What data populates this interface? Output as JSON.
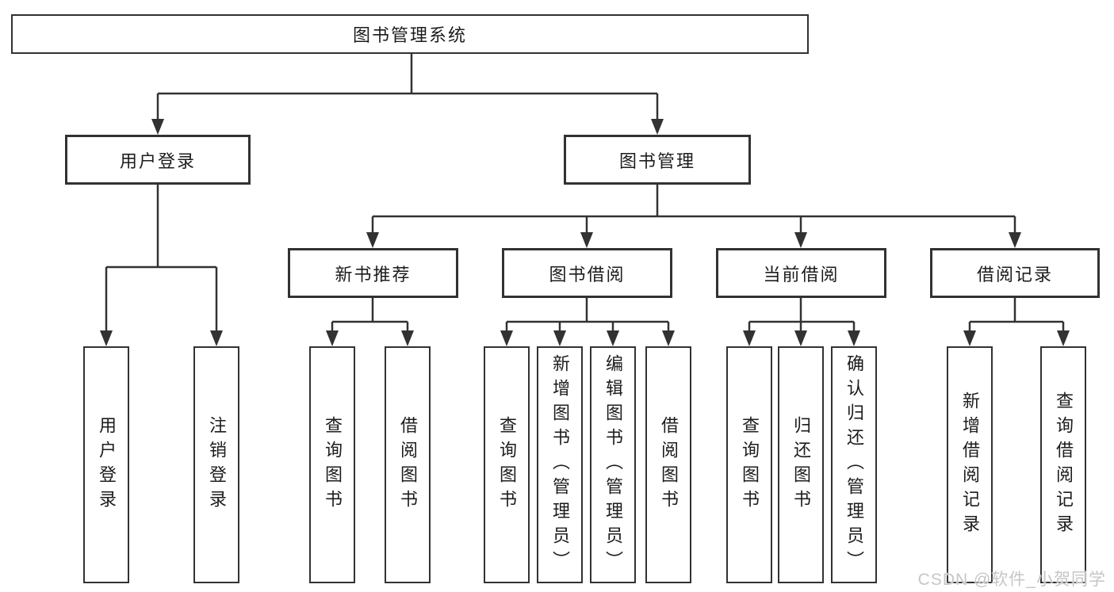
{
  "colors": {
    "line": "#323232",
    "box_border": "#323232",
    "text": "#1c1c1c",
    "background": "#ffffff",
    "watermark": "#c6c6c6"
  },
  "watermark": "CSDN @软件_小贺同学",
  "tree": {
    "root": {
      "label": "图书管理系统"
    },
    "user_branch": {
      "label": "用户登录",
      "children": [
        {
          "label": "用户登录"
        },
        {
          "label": "注销登录"
        }
      ]
    },
    "book_branch": {
      "label": "图书管理",
      "groups": [
        {
          "label": "新书推荐",
          "children": [
            {
              "label": "查询图书"
            },
            {
              "label": "借阅图书"
            }
          ]
        },
        {
          "label": "图书借阅",
          "children": [
            {
              "label": "查询图书"
            },
            {
              "label": "新增图书（管理员）"
            },
            {
              "label": "编辑图书（管理员）"
            },
            {
              "label": "借阅图书"
            }
          ]
        },
        {
          "label": "当前借阅",
          "children": [
            {
              "label": "查询图书"
            },
            {
              "label": "归还图书"
            },
            {
              "label": "确认归还（管理员）"
            }
          ]
        },
        {
          "label": "借阅记录",
          "children": [
            {
              "label": "新增借阅记录"
            },
            {
              "label": "查询借阅记录"
            }
          ]
        }
      ]
    }
  }
}
